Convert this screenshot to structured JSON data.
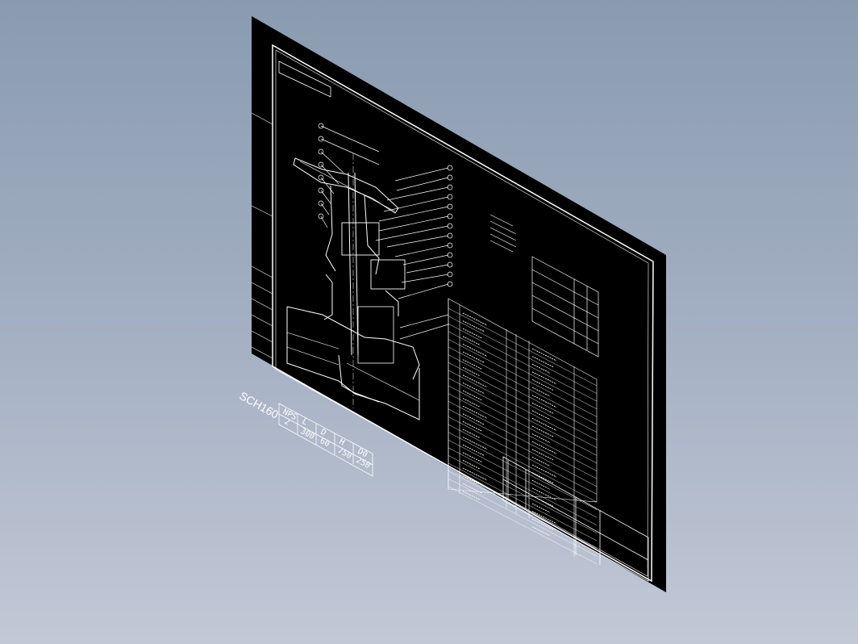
{
  "drawing": {
    "spec_label": "SCH160",
    "dimension_table": {
      "headers": [
        "NPS",
        "L",
        "D",
        "H",
        "D0"
      ],
      "values": [
        "2",
        "300",
        "60",
        "750",
        "250"
      ]
    }
  },
  "colors": {
    "background_top": "#8a9bb0",
    "background_bottom": "#c2c8d6",
    "sheet": "#000000",
    "lines": "#ffffff"
  }
}
